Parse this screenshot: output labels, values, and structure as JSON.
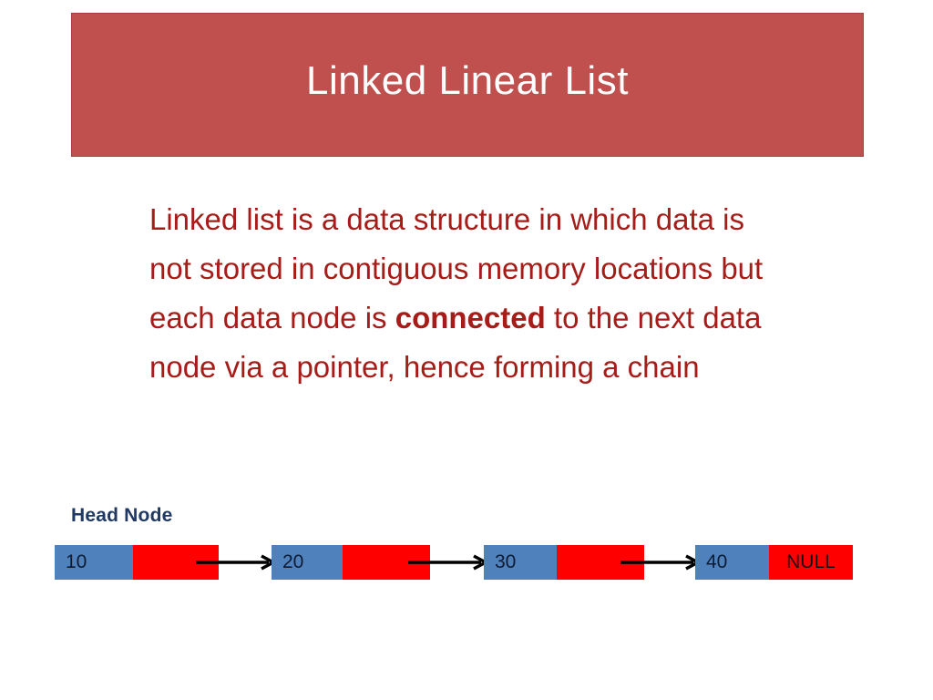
{
  "slide": {
    "title": "Linked Linear List",
    "title_bg": "#c0504d",
    "title_color": "#ffffff",
    "body_color": "#a61c18",
    "body_paragraph": {
      "segment_1": "Linked list is a data structure in which data is not stored in contiguous memory locations but each data node is ",
      "bold_word": "connected",
      "segment_2": " to the next data node via a pointer, hence forming a chain"
    },
    "diagram": {
      "head_label": "Head Node",
      "head_label_color": "#1f3864",
      "node_data_color": "#4f81bd",
      "node_pointer_color": "#fe0000",
      "nodes": [
        {
          "data": "10",
          "pointer": ""
        },
        {
          "data": "20",
          "pointer": ""
        },
        {
          "data": "30",
          "pointer": ""
        },
        {
          "data": "40",
          "pointer": "NULL"
        }
      ],
      "arrow_count": 3,
      "terminator": "NULL"
    }
  }
}
